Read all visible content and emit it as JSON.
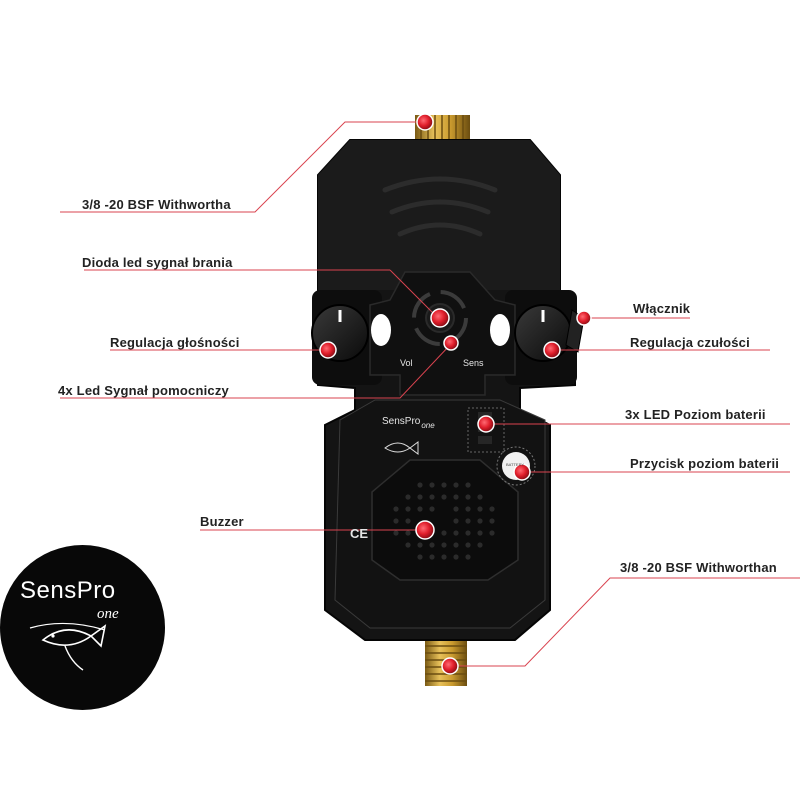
{
  "labels": {
    "thread_top": "3/8 -20 BSF Withwortha",
    "led_bite": "Dioda led sygnał brania",
    "volume": "Regulacja głośności",
    "aux_leds": "4x Led Sygnał pomocniczy",
    "power": "Włącznik",
    "sensitivity": "Regulacja czułości",
    "battery_leds": "3x LED Poziom baterii",
    "battery_button": "Przycisk poziom baterii",
    "buzzer": "Buzzer",
    "thread_bottom": "3/8 -20 BSF Withworthan"
  },
  "device": {
    "vol_label": "Vol",
    "sens_label": "Sens",
    "brand": "SensPro",
    "brand_sub": "one",
    "ce_mark": "CE",
    "battery_btn_text": "BATTERY"
  },
  "logo": {
    "brand": "SensPro",
    "brand_sub": "one"
  },
  "colors": {
    "marker": "#e01e2b",
    "leader": "#d9434f",
    "body": "#141414",
    "brass": "#c99a2e"
  }
}
